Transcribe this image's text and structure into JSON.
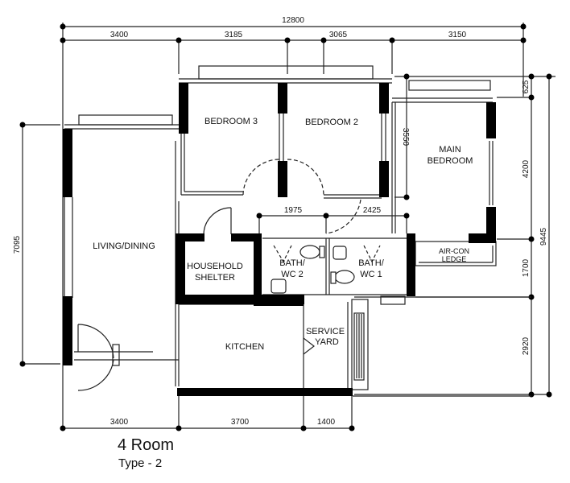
{
  "plan": {
    "title": "4 Room",
    "subtitle": "Type - 2"
  },
  "dimensions": {
    "top_total": "12800",
    "top_segments": [
      "3400",
      "3185",
      "3065",
      "3150"
    ],
    "bottom_segments": [
      "3400",
      "3700",
      "1400"
    ],
    "left_total": "7095",
    "right_total": "9445",
    "right_segments": [
      "625",
      "4200",
      "1700",
      "2920"
    ],
    "inner_vertical": "3550",
    "inner_horizontal": [
      "1975",
      "2425"
    ]
  },
  "rooms": {
    "bedroom3": "BEDROOM 3",
    "bedroom2": "BEDROOM 2",
    "main_bedroom_line1": "MAIN",
    "main_bedroom_line2": "BEDROOM",
    "living_dining": "LIVING/DINING",
    "household_shelter_line1": "HOUSEHOLD",
    "household_shelter_line2": "SHELTER",
    "bath2_line1": "BATH/",
    "bath2_line2": "WC 2",
    "bath1_line1": "BATH/",
    "bath1_line2": "WC 1",
    "aircon_line1": "AIR-CON",
    "aircon_line2": "LEDGE",
    "kitchen": "KITCHEN",
    "service_yard_line1": "SERVICE",
    "service_yard_line2": "YARD"
  },
  "colors": {
    "wall": "#000000",
    "line": "#222222",
    "background": "#ffffff"
  }
}
